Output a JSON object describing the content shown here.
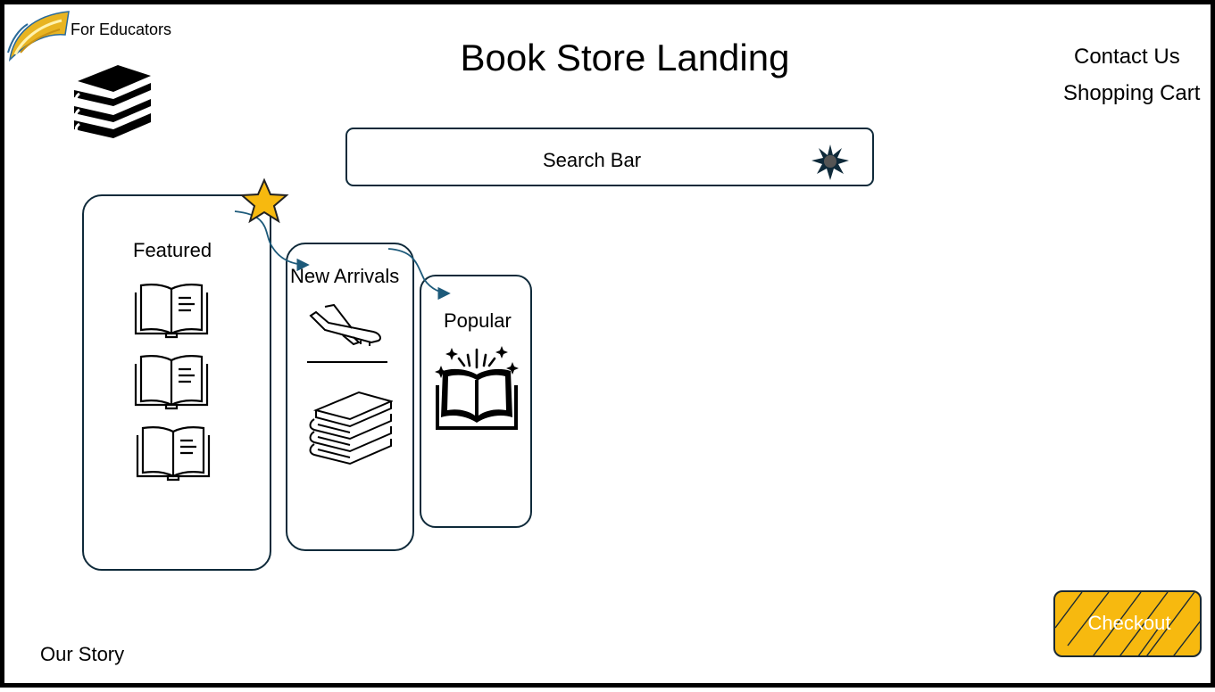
{
  "header": {
    "educators_link": "For Educators",
    "title": "Book Store Landing",
    "contact_link": "Contact Us",
    "cart_link": "Shopping Cart",
    "logo_icon": "golden-wing-logo-icon",
    "books_icon": "book-stack-icon"
  },
  "search": {
    "label": "Search Bar",
    "icon": "starburst-search-icon"
  },
  "categories": {
    "featured": {
      "label": "Featured",
      "icon": "open-book-icon"
    },
    "new_arrivals": {
      "label": "New Arrivals",
      "icons": [
        "airplane-landing-icon",
        "book-stack-icon"
      ]
    },
    "popular": {
      "label": "Popular",
      "icon": "sparkling-book-icon"
    }
  },
  "footer": {
    "story_link": "Our Story",
    "checkout_label": "Checkout"
  },
  "colors": {
    "accent_gold": "#f7b90f",
    "border_navy": "#0f2a3a",
    "arrow_teal": "#1d5a7a"
  }
}
